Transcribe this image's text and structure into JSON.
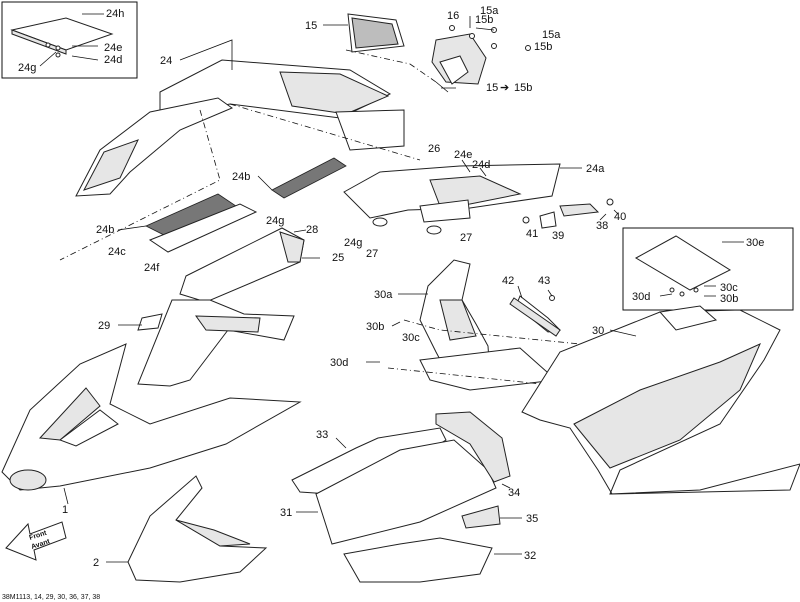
{
  "callouts": {
    "c24h": "24h",
    "c24e_inset": "24e",
    "c24d_inset": "24d",
    "c24g_inset": "24g",
    "c15": "15",
    "c16": "16",
    "c15a_top": "15a",
    "c15b_top": "15b",
    "c15a_right": "15a",
    "c15b_right": "15b",
    "c15_arrow": "15",
    "c15b_arrow": "15b",
    "c24": "24",
    "c26": "26",
    "c24e": "24e",
    "c24d": "24d",
    "c24a": "24a",
    "c24b_upper": "24b",
    "c24g_left": "24g",
    "c24b_lower": "24b",
    "c24c": "24c",
    "c24f": "24f",
    "c28": "28",
    "c25": "25",
    "c24g_mid": "24g",
    "c27_right": "27",
    "c27_left": "27",
    "c40": "40",
    "c38": "38",
    "c41": "41",
    "c39": "39",
    "c30e": "30e",
    "c30c_inset": "30c",
    "c30d_inset": "30d",
    "c30b_inset": "30b",
    "c42": "42",
    "c43": "43",
    "c30a": "30a",
    "c30b": "30b",
    "c30c": "30c",
    "c30d": "30d",
    "c29": "29",
    "c30": "30",
    "c33": "33",
    "c34": "34",
    "c31": "31",
    "c35": "35",
    "c32": "32",
    "c1": "1",
    "c2": "2"
  },
  "front_arrow": {
    "line1": "Front",
    "line2": "Avant"
  },
  "footer_code": "38M1113, 14, 29, 30, 36, 37, 38"
}
